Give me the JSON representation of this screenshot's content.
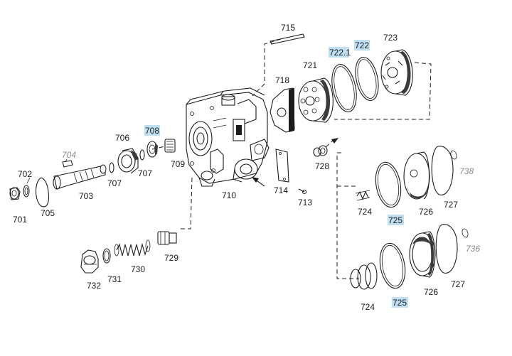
{
  "diagram": {
    "parts": {
      "p701": "701",
      "p702": "702",
      "p703": "703",
      "p704": "704",
      "p705": "705",
      "p706": "706",
      "p707a": "707",
      "p707b": "707",
      "p708": "708",
      "p709": "709",
      "p710": "710",
      "p713": "713",
      "p714": "714",
      "p715": "715",
      "p718": "718",
      "p721": "721",
      "p722_1": "722.1",
      "p722": "722",
      "p723": "723",
      "p724a": "724",
      "p724b": "724",
      "p725a": "725",
      "p725b": "725",
      "p726a": "726",
      "p726b": "726",
      "p727a": "727",
      "p727b": "727",
      "p728": "728",
      "p729": "729",
      "p730": "730",
      "p731": "731",
      "p732": "732",
      "p736": "736",
      "p738": "738"
    },
    "highlighted_parts": [
      "708",
      "722.1",
      "722",
      "725",
      "725"
    ],
    "colors": {
      "line": "#1c1c1c",
      "highlight": "#bfe0f3",
      "ghost_label": "#8a8a8a"
    }
  }
}
